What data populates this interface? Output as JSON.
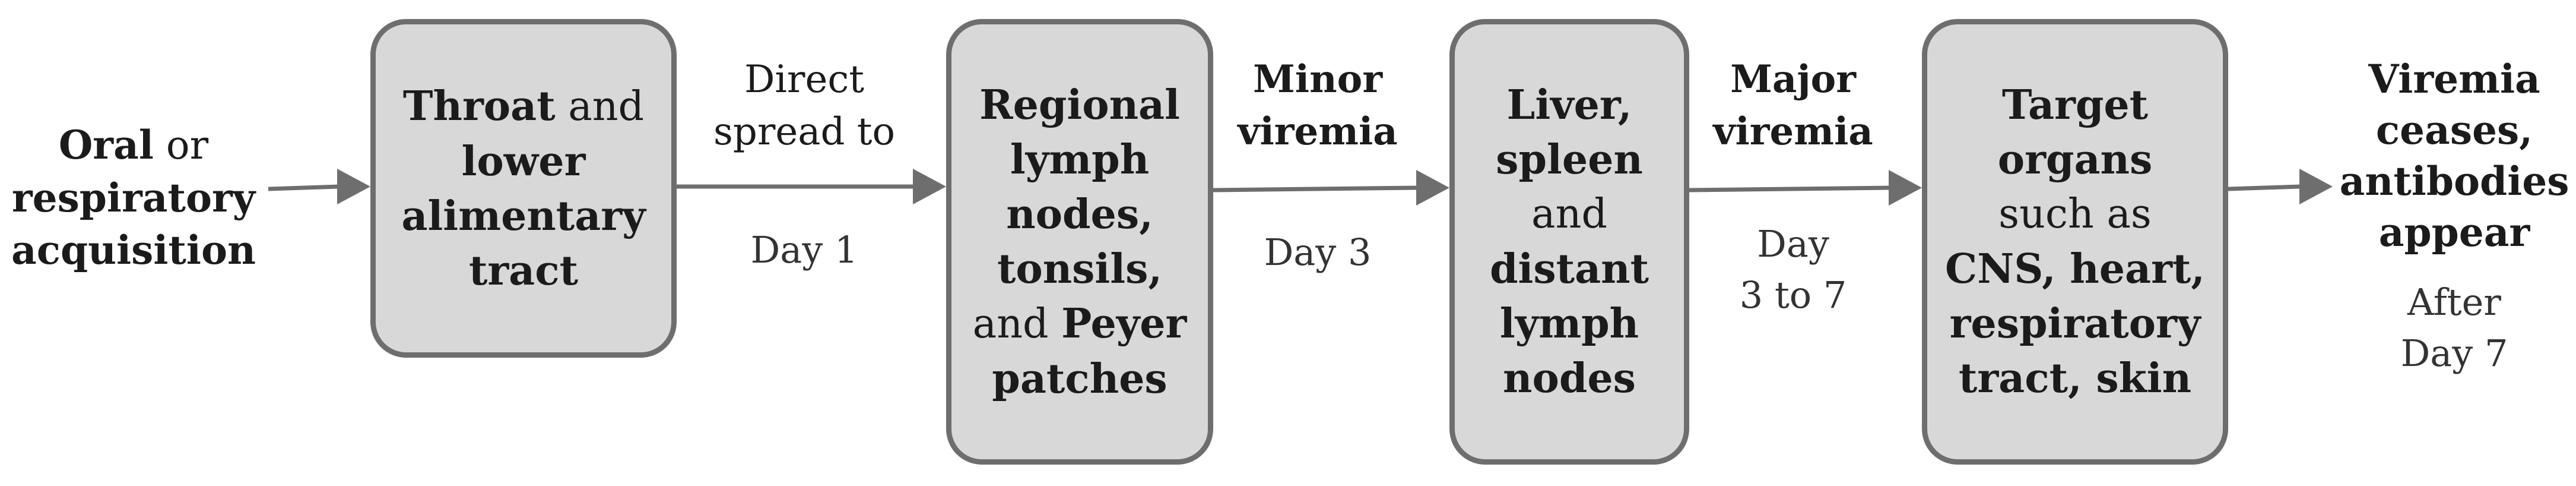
{
  "source": {
    "part1": "Oral",
    "part2": " or",
    "part3": "respiratory",
    "part4": "acquisition"
  },
  "nodes": {
    "throat": {
      "part1": "Throat",
      "part2": " and",
      "part3": "lower",
      "part4": "alimentary",
      "part5": "tract"
    },
    "regional": {
      "part1": "Regional",
      "part2": "lymph",
      "part3": "nodes,",
      "part4": "tonsils,",
      "part5": "and ",
      "part6": "Peyer",
      "part7": "patches"
    },
    "liver": {
      "part1": "Liver,",
      "part2": "spleen",
      "part3": "and",
      "part4": "distant",
      "part5": "lymph",
      "part6": "nodes"
    },
    "target": {
      "part1": "Target",
      "part2": "organs",
      "part3": "such as",
      "part4": "CNS, heart,",
      "part5": "respiratory",
      "part6": "tract, skin"
    }
  },
  "edges": [
    {
      "top1": "Direct",
      "top2": "spread to",
      "day1": "Day 1",
      "day2": ""
    },
    {
      "top1": "Minor",
      "top2": "viremia",
      "day1": "Day 3",
      "day2": ""
    },
    {
      "top1": "Major",
      "top2": "viremia",
      "day1": "Day",
      "day2": "3 to 7"
    }
  ],
  "outcome": {
    "part1": "Viremia",
    "part2": "ceases,",
    "part3": "antibodies",
    "part4": "appear",
    "day1": "After",
    "day2": "Day 7"
  },
  "colors": {
    "node_fill": "#d8d8d8",
    "node_border": "#6e6e6e",
    "arrow": "#6e6e6e"
  }
}
